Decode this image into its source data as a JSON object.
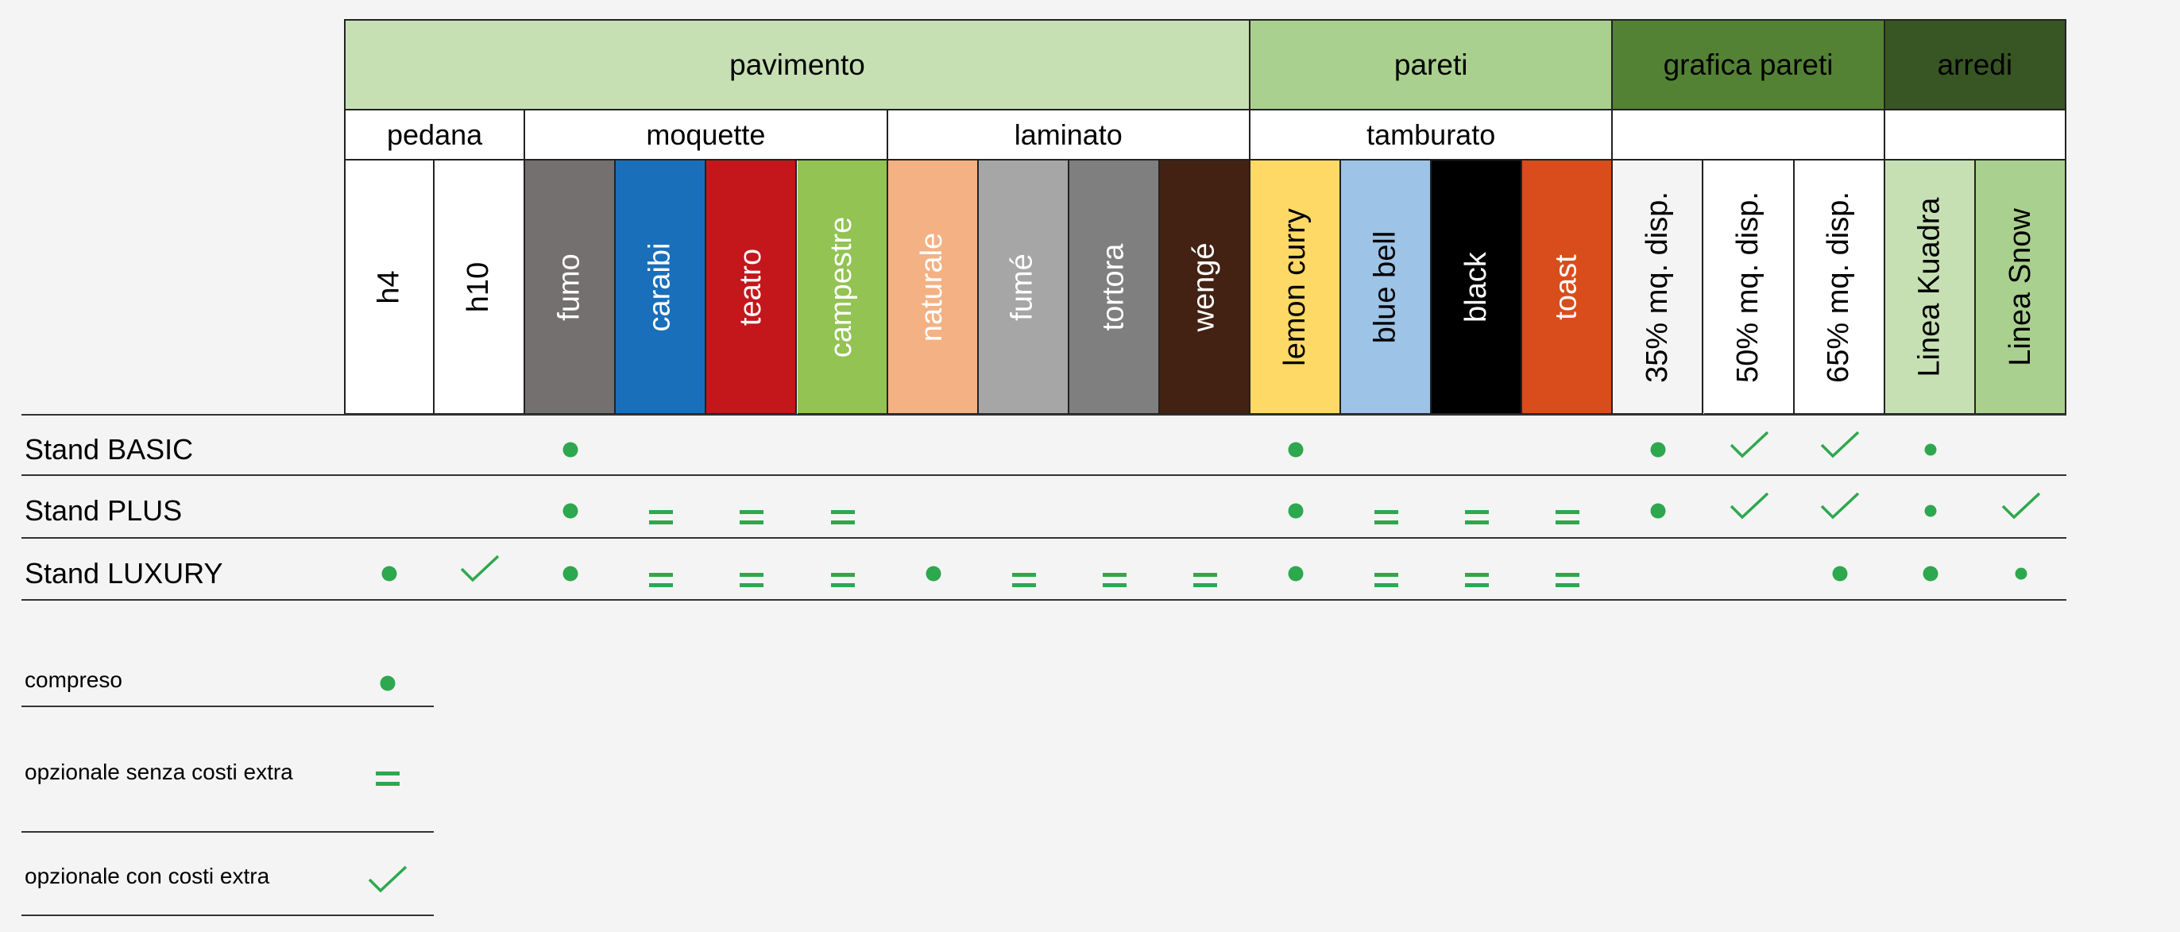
{
  "header": {
    "groups": [
      {
        "id": "pavimento",
        "label": "pavimento",
        "color": "#c6e0b4"
      },
      {
        "id": "pareti",
        "label": "pareti",
        "color": "#a9d08e"
      },
      {
        "id": "grafica-pareti",
        "label": "grafica pareti",
        "color": "#548235"
      },
      {
        "id": "arredi",
        "label": "arredi",
        "color": "#375623"
      }
    ],
    "subgroups": [
      {
        "id": "pedana",
        "label": "pedana"
      },
      {
        "id": "moquette",
        "label": "moquette"
      },
      {
        "id": "laminato",
        "label": "laminato"
      },
      {
        "id": "tamburato",
        "label": "tamburato"
      },
      {
        "id": "grafica-empty",
        "label": ""
      },
      {
        "id": "arredi-empty",
        "label": ""
      }
    ],
    "columns": [
      {
        "label": "h4",
        "color": "#ffffff",
        "text_color": "#000000"
      },
      {
        "label": "h10",
        "color": "#ffffff",
        "text_color": "#000000"
      },
      {
        "label": "fumo",
        "color": "#747070",
        "text_color": "#ffffff"
      },
      {
        "label": "caraibi",
        "color": "#1a6fba",
        "text_color": "#ffffff"
      },
      {
        "label": "teatro",
        "color": "#c3171c",
        "text_color": "#ffffff"
      },
      {
        "label": "campestre",
        "color": "#92c353",
        "text_color": "#ffffff"
      },
      {
        "label": "naturale",
        "color": "#f4b183",
        "text_color": "#ffffff"
      },
      {
        "label": "fumé",
        "color": "#a6a6a6",
        "text_color": "#ffffff"
      },
      {
        "label": "tortora",
        "color": "#7f7f7f",
        "text_color": "#ffffff"
      },
      {
        "label": "wengé",
        "color": "#432213",
        "text_color": "#ffffff"
      },
      {
        "label": "lemon curry",
        "color": "#ffd966",
        "text_color": "#000000"
      },
      {
        "label": "blue bell",
        "color": "#9dc3e6",
        "text_color": "#000000"
      },
      {
        "label": "black",
        "color": "#000000",
        "text_color": "#ffffff"
      },
      {
        "label": "toast",
        "color": "#d84d1b",
        "text_color": "#ffffff"
      },
      {
        "label": "35% mq. disp.",
        "color": "#f4f4f4",
        "text_color": "#000000"
      },
      {
        "label": "50% mq. disp.",
        "color": "#ffffff",
        "text_color": "#000000"
      },
      {
        "label": "65% mq. disp.",
        "color": "#ffffff",
        "text_color": "#000000"
      },
      {
        "label": "Linea Kuadra",
        "color": "#c6e0b4",
        "text_color": "#000000"
      },
      {
        "label": "Linea Snow",
        "color": "#a9d08e",
        "text_color": "#000000"
      }
    ]
  },
  "rows": [
    {
      "label": "Stand BASIC",
      "cells": [
        "",
        "",
        "dot",
        "",
        "",
        "",
        "",
        "",
        "",
        "",
        "dot",
        "",
        "",
        "",
        "dot",
        "check",
        "check",
        "dot-small",
        ""
      ]
    },
    {
      "label": "Stand PLUS",
      "cells": [
        "",
        "",
        "dot",
        "eq",
        "eq",
        "eq",
        "",
        "",
        "",
        "",
        "dot",
        "eq",
        "eq",
        "eq",
        "dot",
        "check",
        "check",
        "dot-small",
        "check"
      ]
    },
    {
      "label": "Stand LUXURY",
      "cells": [
        "dot",
        "check",
        "dot",
        "eq",
        "eq",
        "eq",
        "dot",
        "eq",
        "eq",
        "eq",
        "dot",
        "eq",
        "eq",
        "eq",
        "",
        "",
        "dot",
        "dot",
        "dot-small"
      ]
    }
  ],
  "legend": [
    {
      "label": "compreso",
      "symbol": "dot"
    },
    {
      "label": "opzionale senza costi extra",
      "symbol": "eq"
    },
    {
      "label": "opzionale con costi extra",
      "symbol": "check"
    }
  ],
  "symbol_color": "#2da84e"
}
